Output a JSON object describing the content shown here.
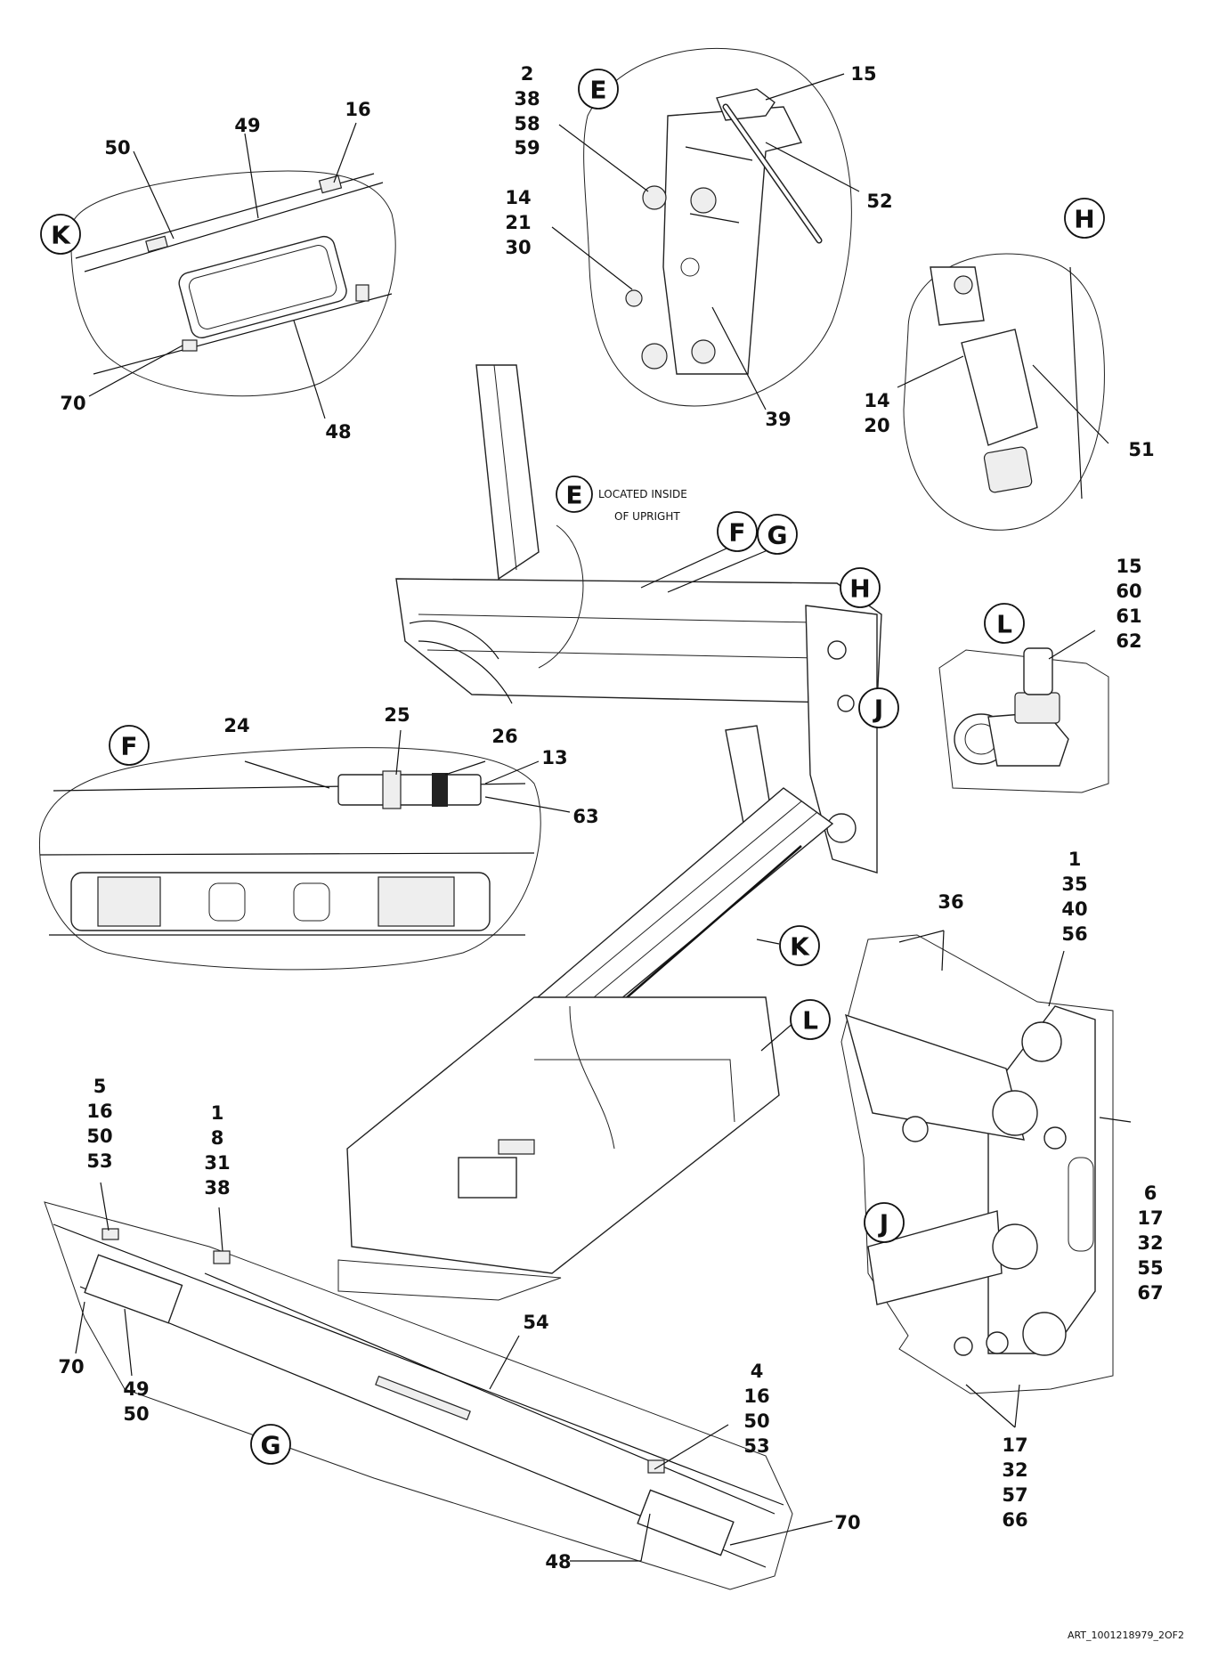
{
  "detail_letters": {
    "E": "E",
    "F": "F",
    "G": "G",
    "H": "H",
    "J": "J",
    "K": "K",
    "L": "L"
  },
  "callouts": {
    "e_2_38_58_59": [
      "2",
      "38",
      "58",
      "59"
    ],
    "e_15": [
      "15"
    ],
    "e_52": [
      "52"
    ],
    "e_14_21_30": [
      "14",
      "21",
      "30"
    ],
    "e_39": [
      "39"
    ],
    "k_16": [
      "16"
    ],
    "k_49": [
      "49"
    ],
    "k_50": [
      "50"
    ],
    "k_70": [
      "70"
    ],
    "k_48": [
      "48"
    ],
    "h_14_20": [
      "14",
      "20"
    ],
    "h_51": [
      "51"
    ],
    "l_15_60_61_62": [
      "15",
      "60",
      "61",
      "62"
    ],
    "f_24": [
      "24"
    ],
    "f_25": [
      "25"
    ],
    "f_26": [
      "26"
    ],
    "f_13": [
      "13"
    ],
    "f_63": [
      "63"
    ],
    "j_1_35_40_56": [
      "1",
      "35",
      "40",
      "56"
    ],
    "j_36": [
      "36"
    ],
    "j_6_17_32_55_67": [
      "6",
      "17",
      "32",
      "55",
      "67"
    ],
    "j_17_32_57_66": [
      "17",
      "32",
      "57",
      "66"
    ],
    "g_5_16_50_53": [
      "5",
      "16",
      "50",
      "53"
    ],
    "g_1_8_31_38": [
      "1",
      "8",
      "31",
      "38"
    ],
    "g_70_left": [
      "70"
    ],
    "g_49_50": [
      "49",
      "50"
    ],
    "g_54": [
      "54"
    ],
    "g_4_16_50_53": [
      "4",
      "16",
      "50",
      "53"
    ],
    "g_70_right": [
      "70"
    ],
    "g_48": [
      "48"
    ]
  },
  "notes": {
    "located_inside_line1": "LOCATED INSIDE",
    "located_inside_line2": "OF UPRIGHT"
  },
  "drawing_ref": "ART_1001218979_2OF2"
}
